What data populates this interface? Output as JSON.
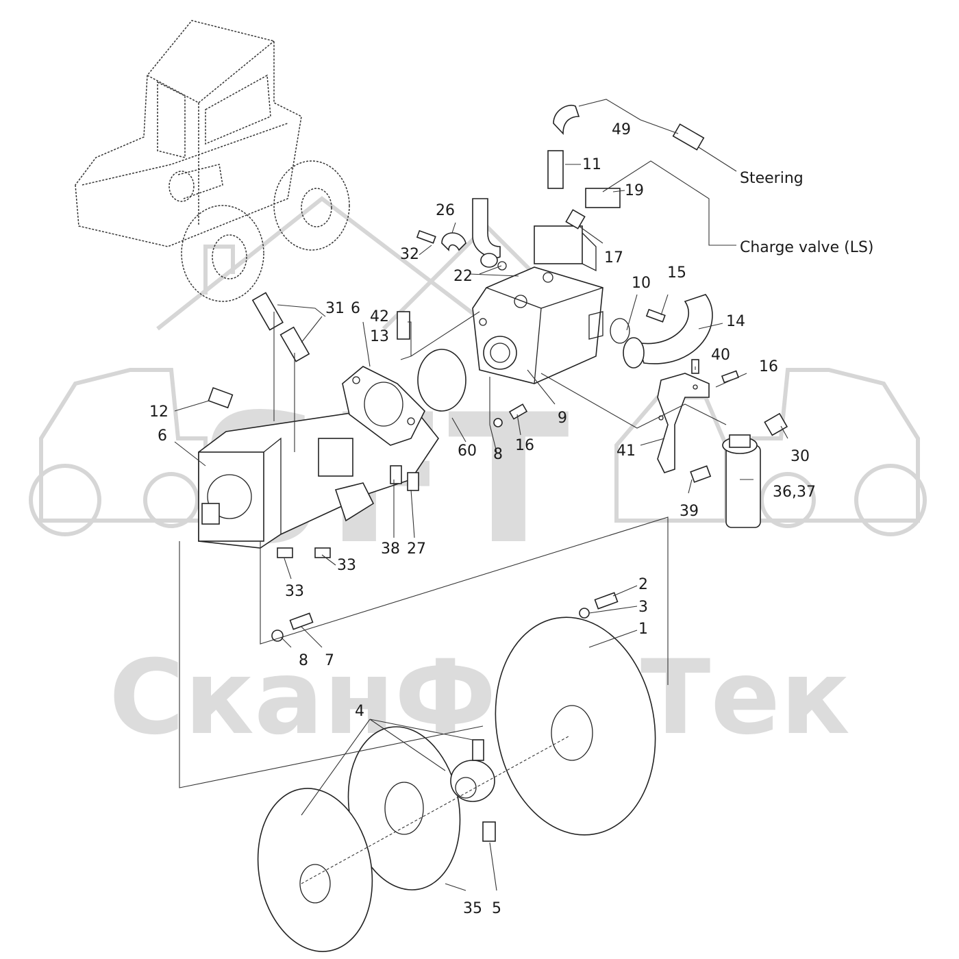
{
  "watermark": {
    "logo_text": "SFT",
    "brand_text": "СканФорТек",
    "color": "#d9d9d9"
  },
  "notes": {
    "steering": "Steering",
    "charge_valve": "Charge valve (LS)"
  },
  "labels": [
    {
      "id": "l49",
      "text": "49"
    },
    {
      "id": "l11",
      "text": "11"
    },
    {
      "id": "l19",
      "text": "19"
    },
    {
      "id": "l17",
      "text": "17"
    },
    {
      "id": "l26",
      "text": "26"
    },
    {
      "id": "l32",
      "text": "32"
    },
    {
      "id": "l22",
      "text": "22"
    },
    {
      "id": "l10",
      "text": "10"
    },
    {
      "id": "l15",
      "text": "15"
    },
    {
      "id": "l14",
      "text": "14"
    },
    {
      "id": "l31",
      "text": "31"
    },
    {
      "id": "l6a",
      "text": "6"
    },
    {
      "id": "l42",
      "text": "42"
    },
    {
      "id": "l13",
      "text": "13"
    },
    {
      "id": "l40",
      "text": "40"
    },
    {
      "id": "l16a",
      "text": "16"
    },
    {
      "id": "l12",
      "text": "12"
    },
    {
      "id": "l9",
      "text": "9"
    },
    {
      "id": "l6b",
      "text": "6"
    },
    {
      "id": "l60",
      "text": "60"
    },
    {
      "id": "l8a",
      "text": "8"
    },
    {
      "id": "l16b",
      "text": "16"
    },
    {
      "id": "l41",
      "text": "41"
    },
    {
      "id": "l30",
      "text": "30"
    },
    {
      "id": "l3637",
      "text": "36,37"
    },
    {
      "id": "l39",
      "text": "39"
    },
    {
      "id": "l38",
      "text": "38"
    },
    {
      "id": "l27",
      "text": "27"
    },
    {
      "id": "l33a",
      "text": "33"
    },
    {
      "id": "l33b",
      "text": "33"
    },
    {
      "id": "l2",
      "text": "2"
    },
    {
      "id": "l3",
      "text": "3"
    },
    {
      "id": "l1",
      "text": "1"
    },
    {
      "id": "l8b",
      "text": "8"
    },
    {
      "id": "l7",
      "text": "7"
    },
    {
      "id": "l4",
      "text": "4"
    },
    {
      "id": "l35",
      "text": "35"
    },
    {
      "id": "l5",
      "text": "5"
    }
  ]
}
